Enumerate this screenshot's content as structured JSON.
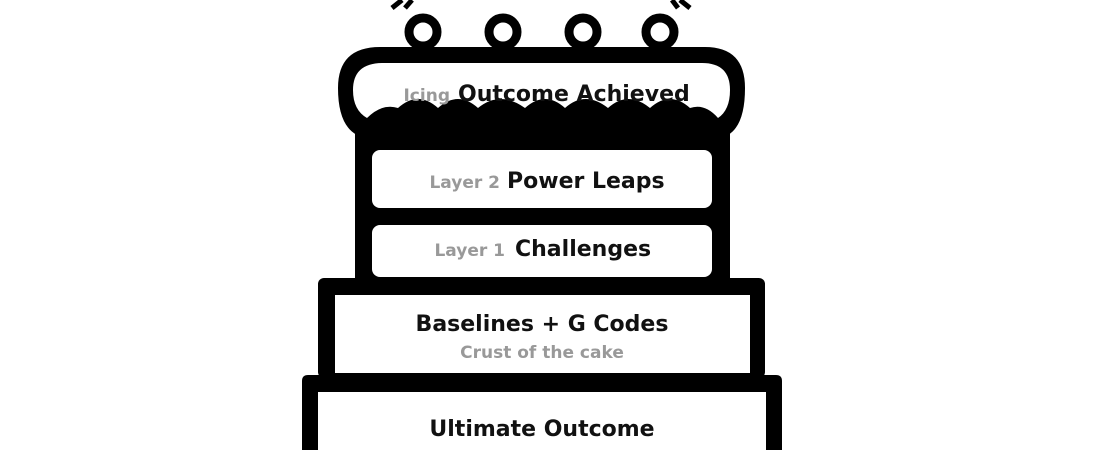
{
  "icing": {
    "tag": "Icing",
    "title": "Outcome Achieved"
  },
  "layer2": {
    "tag": "Layer 2",
    "title": "Power Leaps"
  },
  "layer1": {
    "tag": "Layer 1",
    "title": "Challenges"
  },
  "crust": {
    "title": "Baselines + G Codes",
    "subtitle": "Crust of the cake"
  },
  "base": {
    "title": "Ultimate Outcome"
  },
  "colors": {
    "ink": "#000000",
    "muted": "#999999"
  }
}
